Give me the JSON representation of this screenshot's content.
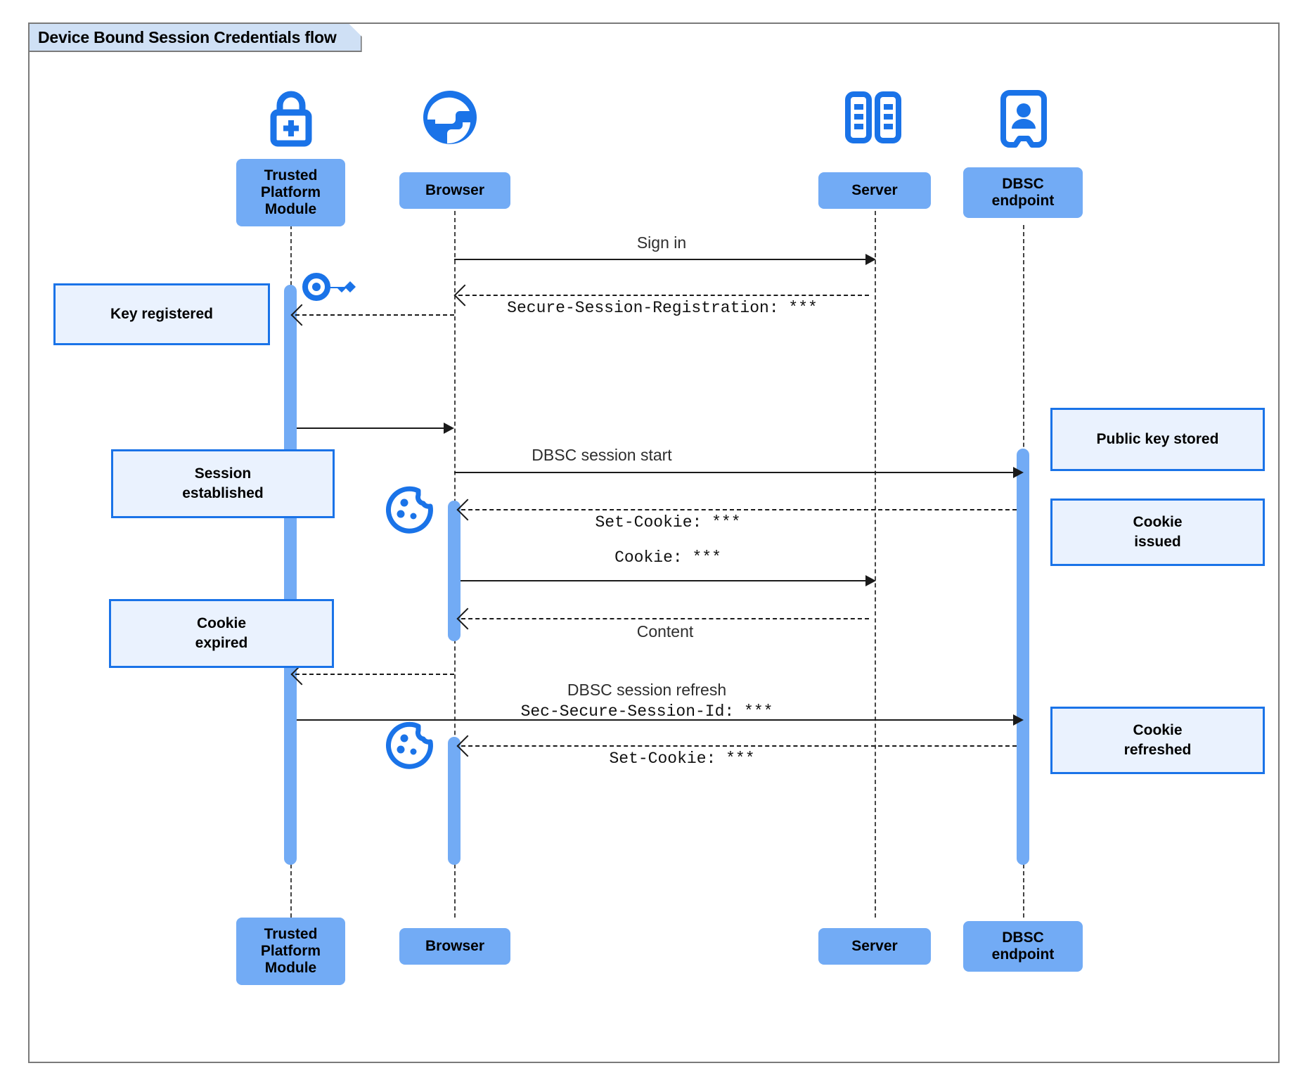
{
  "diagram": {
    "title": "Device Bound Session Credentials flow",
    "type": "uml-sequence-diagram",
    "colors": {
      "participant_fill": "#72abf5",
      "note_fill": "#eaf2fe",
      "note_border": "#1a73e8",
      "icon_blue": "#1a73e8",
      "frame_border": "#7a7a7a",
      "title_fill": "#cfe0f5",
      "line": "#1a1a1a"
    }
  },
  "participants": [
    {
      "id": "tpm",
      "label": "Trusted\nPlatform\nModule",
      "icon": "lock-plus-icon"
    },
    {
      "id": "browser",
      "label": "Browser",
      "icon": "globe-icon"
    },
    {
      "id": "server",
      "label": "Server",
      "icon": "server-rack-icon"
    },
    {
      "id": "dbsc",
      "label": "DBSC\nendpoint",
      "icon": "id-badge-icon"
    }
  ],
  "participants_footer": [
    {
      "id": "tpm",
      "label": "Trusted\nPlatform\nModule"
    },
    {
      "id": "browser",
      "label": "Browser"
    },
    {
      "id": "server",
      "label": "Server"
    },
    {
      "id": "dbsc",
      "label": "DBSC\nendpoint"
    }
  ],
  "messages": [
    {
      "id": "m1",
      "from": "browser",
      "to": "server",
      "style": "solid",
      "label": "Sign in",
      "mono": false
    },
    {
      "id": "m2",
      "from": "server",
      "to": "browser",
      "style": "dashed",
      "label": "Secure-Session-Registration: ***",
      "mono": true
    },
    {
      "id": "m3",
      "from": "browser",
      "to": "tpm",
      "style": "dashed",
      "label": "",
      "mono": false
    },
    {
      "id": "m4",
      "from": "tpm",
      "to": "browser",
      "style": "solid",
      "label": "",
      "mono": false
    },
    {
      "id": "m5",
      "from": "browser",
      "to": "dbsc",
      "style": "solid",
      "label": "DBSC session start",
      "mono": false
    },
    {
      "id": "m6",
      "from": "dbsc",
      "to": "browser",
      "style": "dashed",
      "label": "Set-Cookie: ***",
      "mono": true
    },
    {
      "id": "m7",
      "from": "browser",
      "to": "server",
      "style": "solid",
      "label": "Cookie: ***",
      "mono": true
    },
    {
      "id": "m8",
      "from": "server",
      "to": "browser",
      "style": "dashed",
      "label": "Content",
      "mono": false
    },
    {
      "id": "m9",
      "from": "browser",
      "to": "tpm",
      "style": "dashed",
      "label": "",
      "mono": false
    },
    {
      "id": "m10",
      "from": "tpm",
      "to": "dbsc",
      "style": "solid",
      "label": "DBSC session refresh",
      "label2": "Sec-Secure-Session-Id: ***",
      "mono": false
    },
    {
      "id": "m11",
      "from": "dbsc",
      "to": "browser",
      "style": "dashed",
      "label": "Set-Cookie: ***",
      "mono": true
    }
  ],
  "notes": [
    {
      "id": "n1",
      "text": "Key registered",
      "side": "left"
    },
    {
      "id": "n2",
      "text": "Session\nestablished",
      "side": "left"
    },
    {
      "id": "n3",
      "text": "Cookie\nexpired",
      "side": "left"
    },
    {
      "id": "n4",
      "text": "Public key stored",
      "side": "right"
    },
    {
      "id": "n5",
      "text": "Cookie\nissued",
      "side": "right"
    },
    {
      "id": "n6",
      "text": "Cookie\nrefreshed",
      "side": "right"
    }
  ],
  "inline_icons": [
    {
      "id": "key1",
      "name": "key-icon",
      "near": "tpm"
    },
    {
      "id": "cookie1",
      "name": "cookie-icon",
      "near": "browser"
    },
    {
      "id": "cookie2",
      "name": "cookie-icon",
      "near": "browser"
    }
  ]
}
